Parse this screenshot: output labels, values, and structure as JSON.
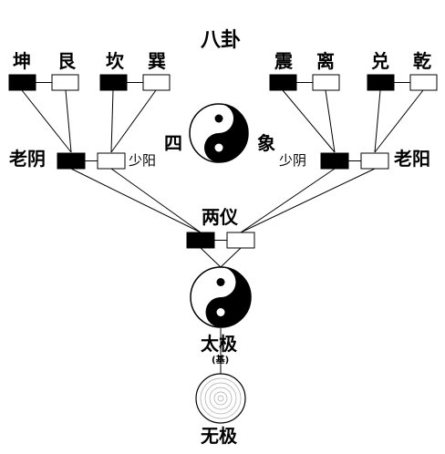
{
  "title": "八卦",
  "trigrams": [
    "坤",
    "艮",
    "坎",
    "巽",
    "震",
    "离",
    "兑",
    "乾"
  ],
  "four_symbols": {
    "left_char": "四",
    "right_char": "象",
    "old_yin": "老阴",
    "young_yang": "少阳",
    "young_yin": "少阴",
    "old_yang": "老阳"
  },
  "two_modes": "两仪",
  "taiji": {
    "label": "太极",
    "sub": "(基)"
  },
  "wuji": "无极",
  "colors": {
    "ink": "#000000",
    "paper": "#ffffff",
    "ring": "#aaaaaa"
  }
}
